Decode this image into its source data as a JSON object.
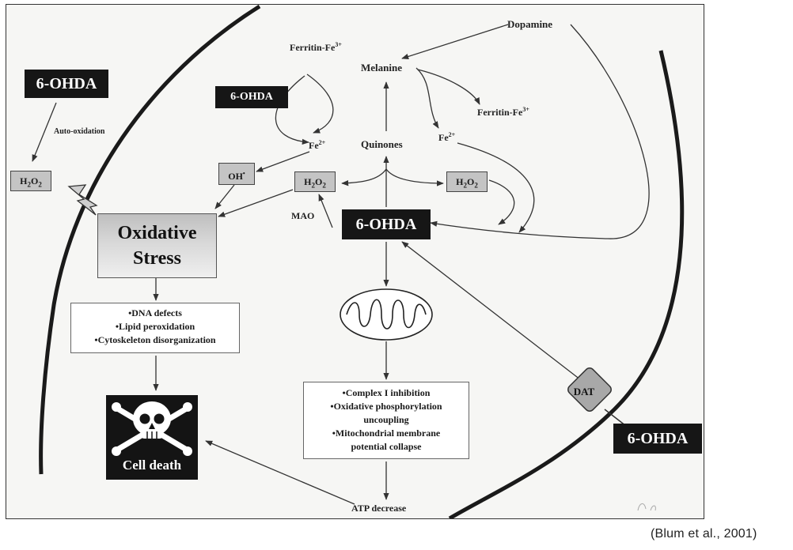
{
  "labels": {
    "ohda_outside": "6-OHDA",
    "ohda_upper": "6-OHDA",
    "ohda_center": "6-OHDA",
    "ohda_dat": "6-OHDA",
    "auto_oxidation": "Auto-oxidation",
    "h2o2_base": "H",
    "h2o2_sub": "2",
    "h2o2_mid": "O",
    "h2o2_sub2": "2",
    "oh_radical": "OH",
    "oh_radical_sup": "•",
    "ferritin_top": "Ferritin-Fe",
    "ferritin_top_sup": "3+",
    "ferritin_right": "Ferritin-Fe",
    "ferritin_right_sup": "3+",
    "fe2_left": "Fe",
    "fe2_left_sup": "2+",
    "fe2_right": "Fe",
    "fe2_right_sup": "2+",
    "dopamine": "Dopamine",
    "melanine": "Melanine",
    "quinones": "Quinones",
    "mao": "MAO",
    "oxidative_stress_line1": "Oxidative",
    "oxidative_stress_line2": "Stress",
    "damage_box": [
      "•DNA defects",
      "•Lipid peroxidation",
      "•Cytoskeleton disorganization"
    ],
    "mito_box": [
      "•Complex I inhibition",
      "•Oxidative phosphorylation",
      "uncoupling",
      "•Mitochondrial membrane",
      "potential collapse"
    ],
    "cell_death": "Cell death",
    "atp_decrease": "ATP decrease",
    "dat": "DAT",
    "citation": "(Blum et al., 2001)"
  },
  "icons": {
    "lightning": "lightning-bolt-icon",
    "skull": "skull-crossbones-icon",
    "mitochondrion": "mitochondrion-icon"
  },
  "colors": {
    "dark_box": "#161616",
    "gray_box": "#c4c4c4",
    "membrane": "#1a1a1a"
  }
}
